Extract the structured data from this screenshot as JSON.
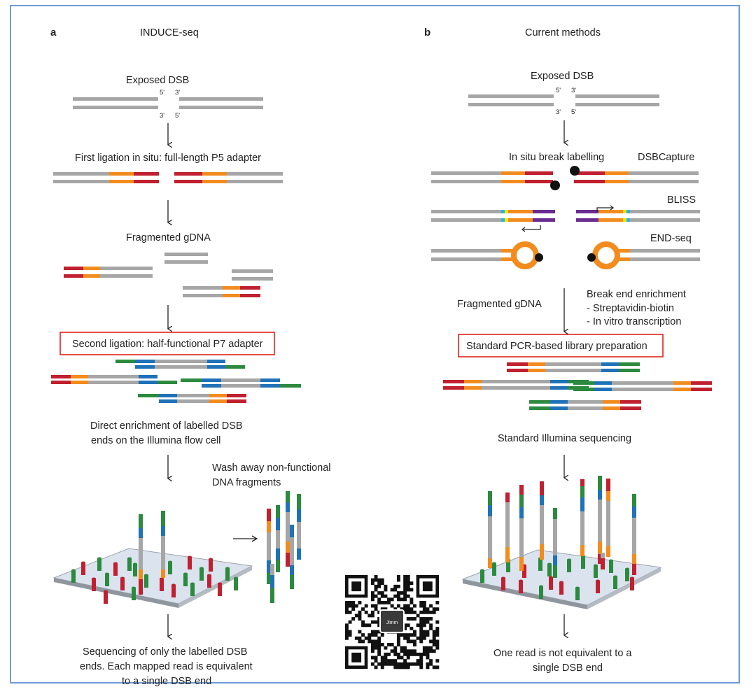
{
  "colors": {
    "gray": "#a6a6a6",
    "red": "#c0202f",
    "orange": "#f28c1e",
    "blue": "#1f72b8",
    "green": "#2b8a3e",
    "purple": "#6a2c91",
    "yellow": "#f2e600",
    "cyan": "#29b4e6",
    "highlight_box": "#e0231d",
    "frame_border": "#6f9bd9"
  },
  "panel_a": {
    "letter": "a",
    "title": "INDUCE-seq",
    "exposed_dsb": "Exposed DSB",
    "end_5": "5'",
    "end_3": "3'",
    "first_ligation": "First ligation in situ: full-length P5 adapter",
    "fragmented": "Fragmented gDNA",
    "second_ligation": "Second ligation: half-functional P7 adapter",
    "direct_enrichment_1": "Direct enrichment of labelled DSB",
    "direct_enrichment_2": "ends on the Illumina flow cell",
    "wash_1": "Wash away non-functional",
    "wash_2": "DNA fragments",
    "result_1": "Sequencing of only the labelled DSB",
    "result_2": "ends. Each mapped read is equivalent",
    "result_3": "to a single DSB end"
  },
  "panel_b": {
    "letter": "b",
    "title": "Current methods",
    "exposed_dsb": "Exposed DSB",
    "end_5": "5'",
    "end_3": "3'",
    "in_situ": "In situ break labelling",
    "method_1": "DSBCapture",
    "method_2": "BLISS",
    "method_3": "END-seq",
    "fragmented": "Fragmented gDNA",
    "enrich_title": "Break end enrichment",
    "enrich_1": "- Streptavidin-biotin",
    "enrich_2": "- In vitro transcription",
    "library_prep": "Standard PCR-based library preparation",
    "sequencing": "Standard Illumina sequencing",
    "result_1": "One read is not equivalent to a",
    "result_2": "single DSB end"
  },
  "qr_badge": "Jlmm"
}
